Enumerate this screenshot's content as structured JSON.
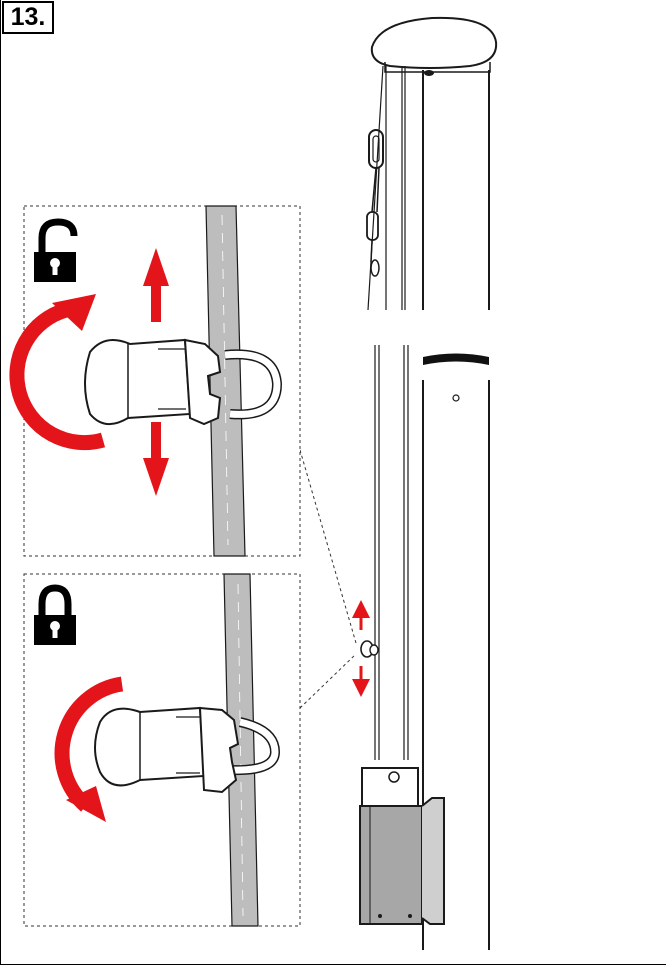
{
  "step": {
    "number": "13."
  },
  "colors": {
    "arrow": "#e3151a",
    "line": "#1a1a1a",
    "strap": "#bdbdbd",
    "box": "#a7a7a7"
  },
  "icons": [
    "unlock-icon",
    "lock-icon",
    "rotate-arrow-icon",
    "up-arrow-icon",
    "down-arrow-icon"
  ],
  "panels": [
    {
      "name": "unlock-panel",
      "state": "unlocked"
    },
    {
      "name": "lock-panel",
      "state": "locked"
    }
  ]
}
